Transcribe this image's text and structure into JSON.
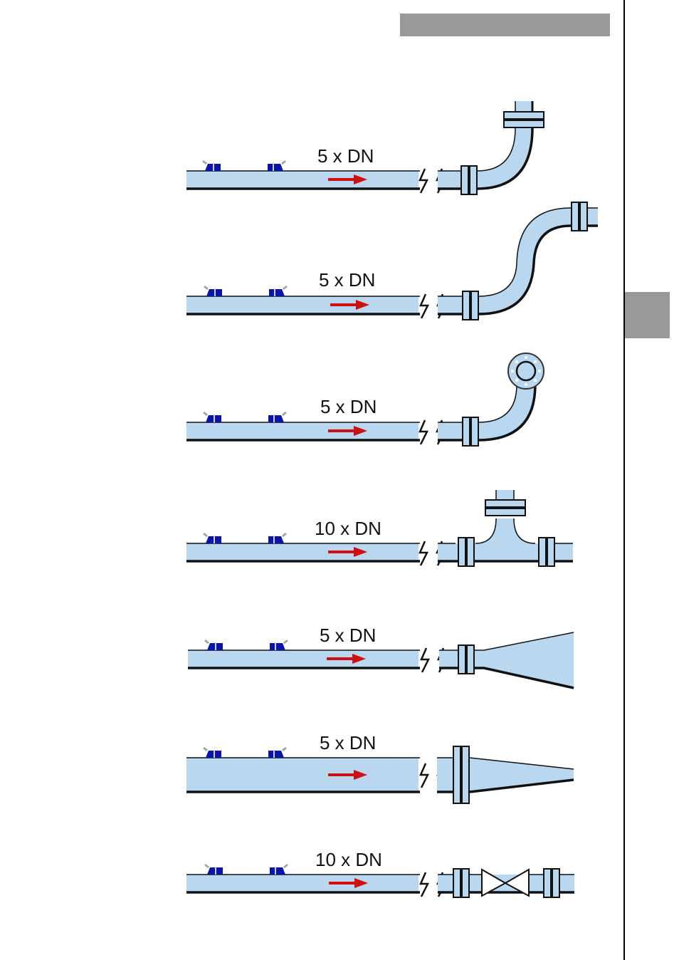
{
  "page": {
    "header_bar": "gray header band",
    "side_tab": "gray chapter tab"
  },
  "colors": {
    "pipe_fill": "#b9d7ef",
    "outline": "#111111",
    "sensor": "#0a14a8",
    "flow_arrow": "#d01010",
    "header_gray": "#999999"
  },
  "diagrams": [
    {
      "id": "elbow-up",
      "label": "5 x DN",
      "disturbance": "90° elbow upward"
    },
    {
      "id": "s-bend",
      "label": "5 x DN",
      "disturbance": "double bend (S-bend)"
    },
    {
      "id": "elbow-out-of-plane",
      "label": "5 x DN",
      "disturbance": "elbow out of plane"
    },
    {
      "id": "tee",
      "label": "10 x DN",
      "disturbance": "T-piece"
    },
    {
      "id": "expander",
      "label": "5 x DN",
      "disturbance": "pipe expansion"
    },
    {
      "id": "reducer",
      "label": "5 x DN",
      "disturbance": "pipe reduction"
    },
    {
      "id": "valve",
      "label": "10 x DN",
      "disturbance": "valve"
    }
  ]
}
